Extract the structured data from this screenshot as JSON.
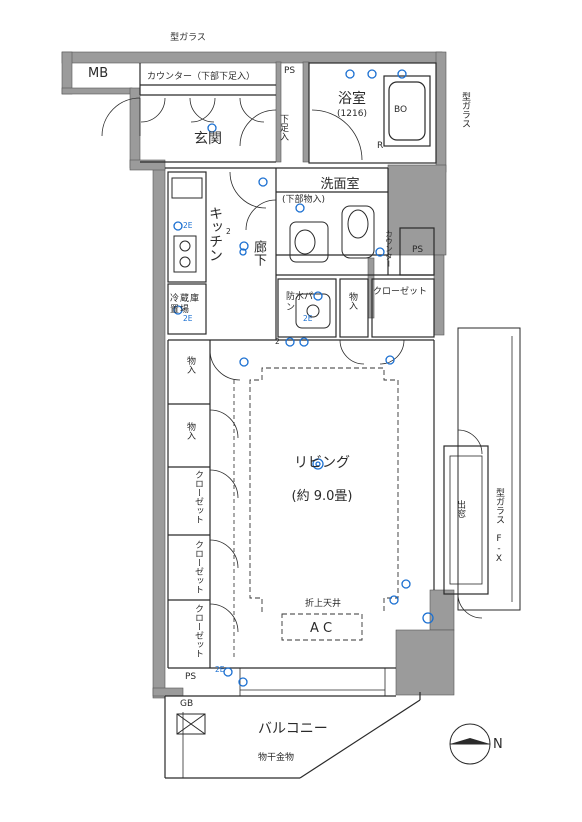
{
  "labels": {
    "frosted_glass_top": "型ガラス",
    "mb": "MB",
    "counter": "カウンター（下部下足入）",
    "ps_top": "PS",
    "bathroom": "浴室",
    "bath_size": "(1216)",
    "bo": "BO",
    "r": "R",
    "frosted_glass_right_top": "型ガラス",
    "shoe_storage": "下足入",
    "entrance": "玄関",
    "washroom": "洗面室",
    "under_storage": "(下部物入)",
    "kitchen": "キッチン",
    "corridor": "廊下",
    "counter_small": "カウンター",
    "ps_mid": "PS",
    "fridge_space": "冷蔵庫置場",
    "waterproof_pan": "防水パン",
    "storage_mid": "物入",
    "closet_top": "クローゼット",
    "storage_1": "物入",
    "storage_2": "物入",
    "closet_1": "クローゼット",
    "closet_2": "クローゼット",
    "closet_3": "クローゼット",
    "living": "リビング",
    "living_size": "(約 9.0畳)",
    "folded_ceiling": "折上天井",
    "ac": "A C",
    "bay_window": "出窓",
    "frosted_glass_fix": "型ガラス F-X",
    "ps_bottom": "PS",
    "gb": "GB",
    "balcony": "バルコニー",
    "drying_rack": "物干金物",
    "north": "N",
    "twoE_1": "2E",
    "twoE_2": "2E",
    "twoE_3": "2E",
    "twoE_4": "2E",
    "two_1": "2",
    "two_2": "2"
  },
  "colors": {
    "wall": "#9a9a9a",
    "wall_dark": "#808080",
    "line": "#2a2a2a",
    "fixture": "#1a6fd1",
    "background": "#ffffff"
  }
}
